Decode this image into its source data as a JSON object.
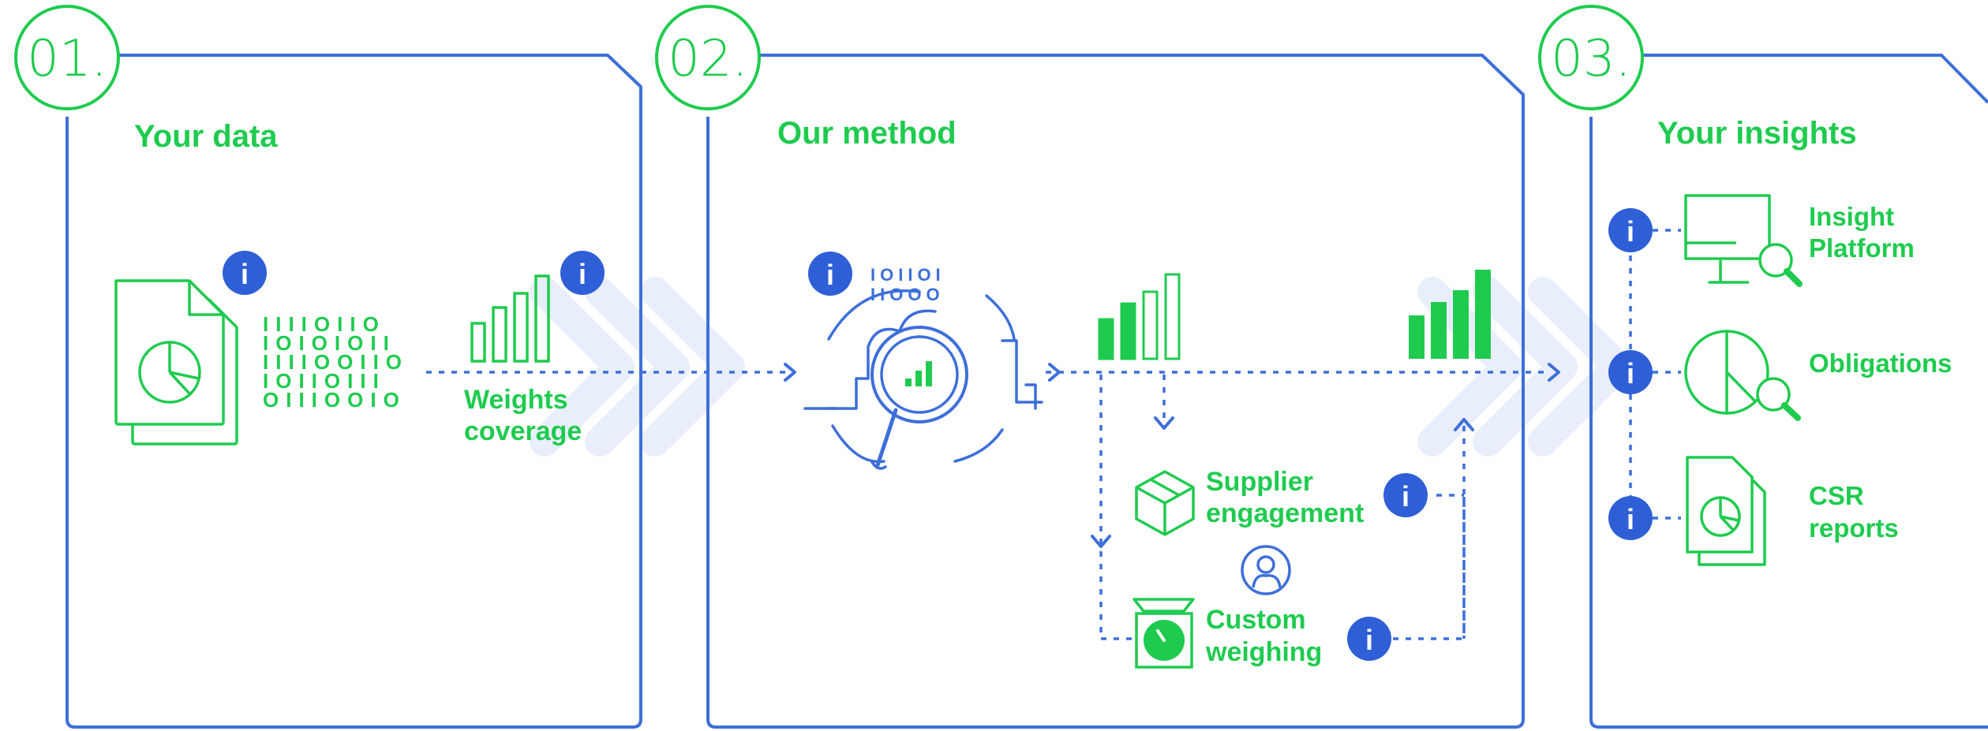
{
  "colors": {
    "blue": "#3d6fd9",
    "green": "#1fcb4f",
    "light_chevron": "#e9eefb",
    "info_fill": "#2f5fd6"
  },
  "stages": [
    {
      "number": "01.",
      "title": "Your data"
    },
    {
      "number": "02.",
      "title": "Our method"
    },
    {
      "number": "03.",
      "title": "Your insights"
    }
  ],
  "stage1": {
    "binary_rows": [
      "IIIIOIIO",
      "IOIOIOII",
      "IIIIOOIIO",
      "IOIIOIII",
      "OIIIOOIO"
    ],
    "weights_label": [
      "Weights",
      "coverage"
    ]
  },
  "stage2": {
    "magnifier_binary": [
      "IOIIOI",
      "IIOOO"
    ],
    "supplier_label": [
      "Supplier",
      "engagement"
    ],
    "custom_label": [
      "Custom",
      "weighing"
    ]
  },
  "stage3": {
    "outputs": [
      {
        "label": [
          "Insight",
          "Platform"
        ],
        "icon": "monitor-icon"
      },
      {
        "label": [
          "Obligations"
        ],
        "icon": "pie-magnifier-icon"
      },
      {
        "label": [
          "CSR",
          "reports"
        ],
        "icon": "report-icon"
      }
    ]
  },
  "info_glyph": "i"
}
